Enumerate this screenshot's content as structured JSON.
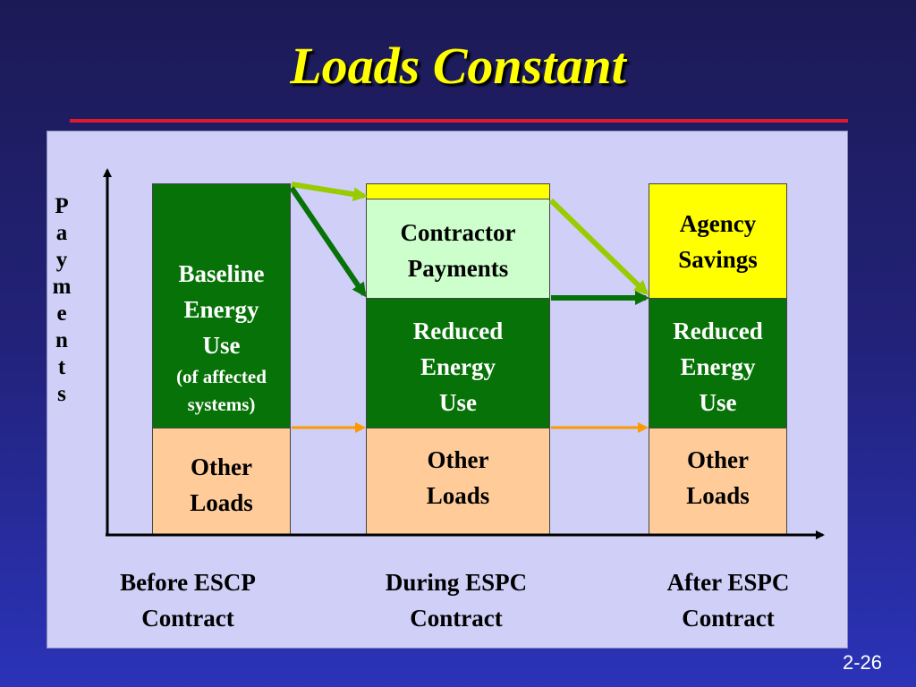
{
  "title": "Loads Constant",
  "page_number": "2-26",
  "y_axis_label_letters": [
    "P",
    "a",
    "y",
    "m",
    "e",
    "n",
    "t",
    "s"
  ],
  "columns": [
    {
      "id": "before",
      "label_line1": "Before ESCP",
      "label_line2": "Contract",
      "baseline_line1": "Baseline",
      "baseline_line2": "Energy",
      "baseline_line3": "Use",
      "baseline_note1": "(of affected",
      "baseline_note2": "systems)",
      "other_line1": "Other",
      "other_line2": "Loads"
    },
    {
      "id": "during",
      "label_line1": "During ESPC",
      "label_line2": "Contract",
      "contractor_line1": "Contractor",
      "contractor_line2": "Payments",
      "reduced_line1": "Reduced",
      "reduced_line2": "Energy",
      "reduced_line3": "Use",
      "other_line1": "Other",
      "other_line2": "Loads"
    },
    {
      "id": "after",
      "label_line1": "After ESPC",
      "label_line2": "Contract",
      "savings_line1": "Agency",
      "savings_line2": "Savings",
      "reduced_line1": "Reduced",
      "reduced_line2": "Energy",
      "reduced_line3": "Use",
      "other_line1": "Other",
      "other_line2": "Loads"
    }
  ],
  "colors": {
    "title": "#ffff00",
    "rule": "#e0192d",
    "energy_green": "#077207",
    "other_loads": "#ffcc99",
    "savings_yellow": "#ffff00",
    "contractor_mint": "#ccffcc",
    "arrow_light_green": "#99cc00",
    "arrow_dark_green": "#077207",
    "arrow_orange": "#ff9900"
  }
}
